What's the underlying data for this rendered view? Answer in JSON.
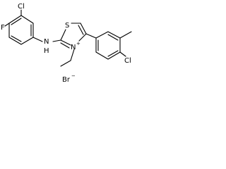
{
  "molecule": {
    "atoms": {
      "cl_top": "Cl",
      "f_left": "F",
      "nh_n": "N",
      "nh_h": "H",
      "s_ring": "S",
      "n_ring": "N",
      "n_charge": "+",
      "cl_right": "Cl"
    },
    "counterion": {
      "symbol": "Br",
      "charge": "−"
    }
  }
}
